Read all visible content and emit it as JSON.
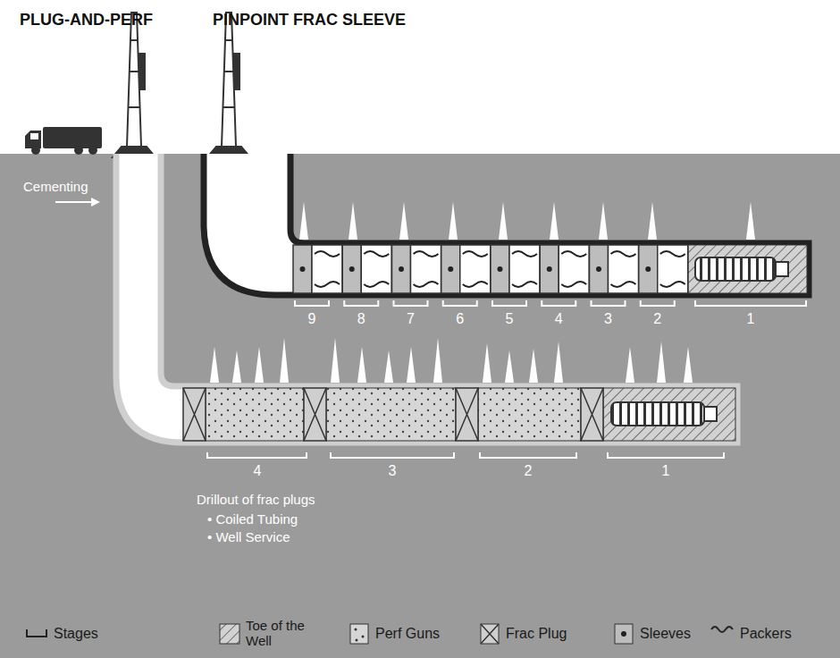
{
  "diagram": {
    "labels": [
      "PLUG-AND-PERF",
      "PINPOINT FRAC SLEEVE",
      "Cementing",
      "9",
      "8",
      "7",
      "6",
      "5",
      "4",
      "3",
      "2",
      "1",
      "4",
      "3",
      "2",
      "1",
      "Drillout of frac plugs",
      "• Coiled Tubing",
      "• Well Service"
    ],
    "legend": [
      {
        "text": "Stages"
      },
      {
        "text": "Toe of the Well"
      },
      {
        "text": "Perf Guns"
      },
      {
        "text": "Frac Plug"
      },
      {
        "text": "Sleeves"
      },
      {
        "text": "Packers"
      }
    ]
  }
}
